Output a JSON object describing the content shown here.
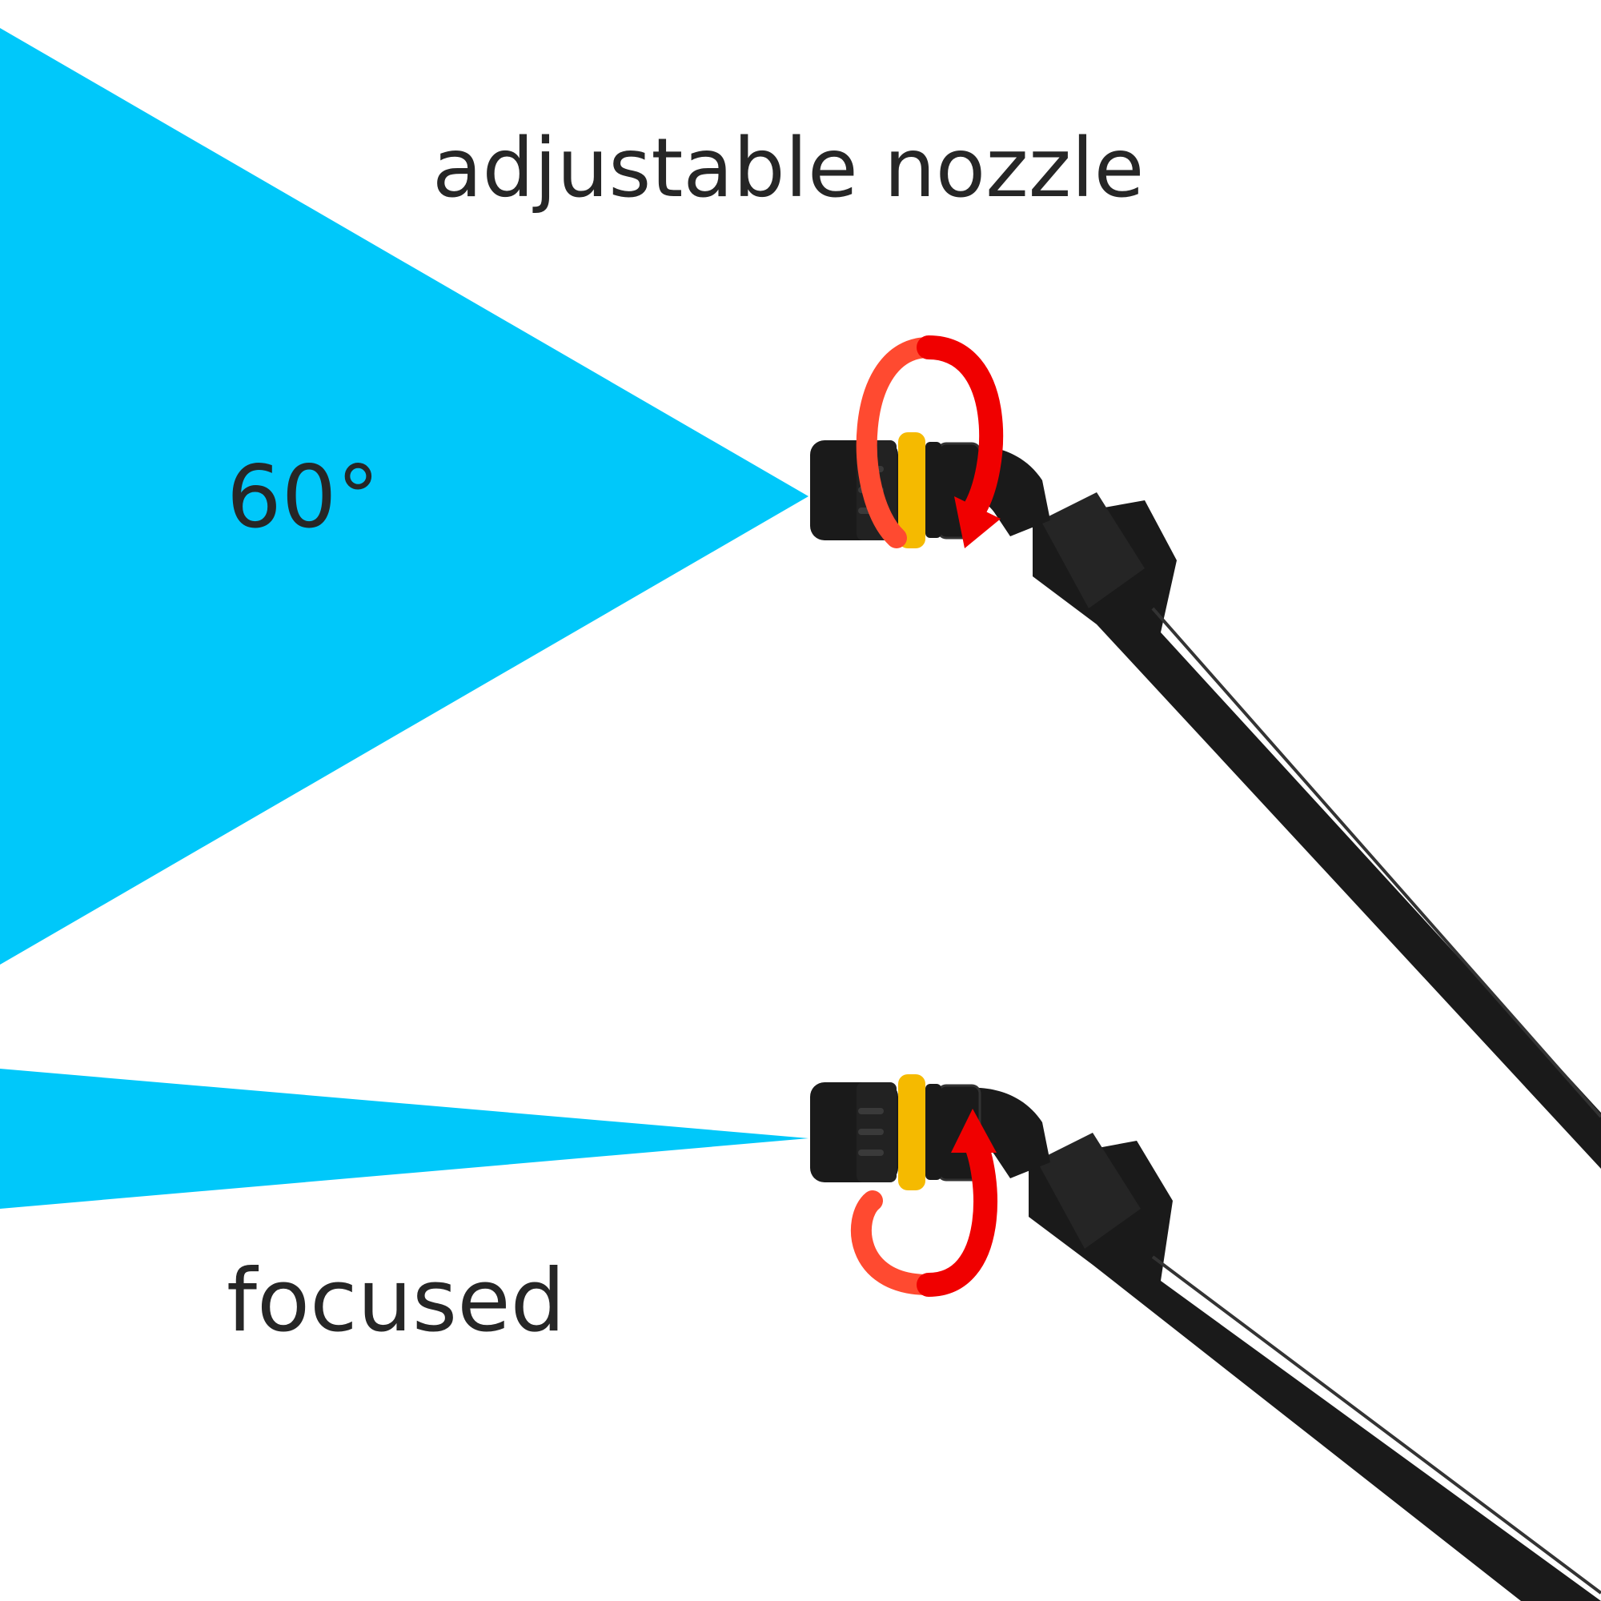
{
  "title": "adjustable nozzle",
  "wide_mode": {
    "label": "60°"
  },
  "focused_mode": {
    "label": "focused"
  },
  "colors": {
    "spray": "#00C8FA",
    "wand": "#1A1A1A",
    "ring": "#F5BA00",
    "arrow_front": "#F00000",
    "arrow_back": "#FF4A30",
    "text": "#262626"
  },
  "icons": [
    "rotate-arrow-icon",
    "nozzle-icon"
  ]
}
